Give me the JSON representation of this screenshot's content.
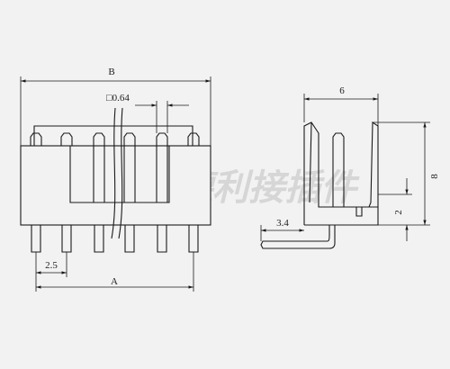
{
  "front_view": {
    "dim_B_label": "B",
    "dim_pin_label": "□0.64",
    "dim_pitch_label": "2.5",
    "dim_A_label": "A"
  },
  "side_view": {
    "dim_width_label": "6",
    "dim_height_label": "8",
    "dim_base_label": "2",
    "dim_tail_label": "3.4"
  },
  "watermark": {
    "text": "DLL 德利接插件"
  },
  "colors": {
    "line": "#1a1a1a",
    "background": "#f2f2f2",
    "watermark": "#d6d6d6"
  }
}
